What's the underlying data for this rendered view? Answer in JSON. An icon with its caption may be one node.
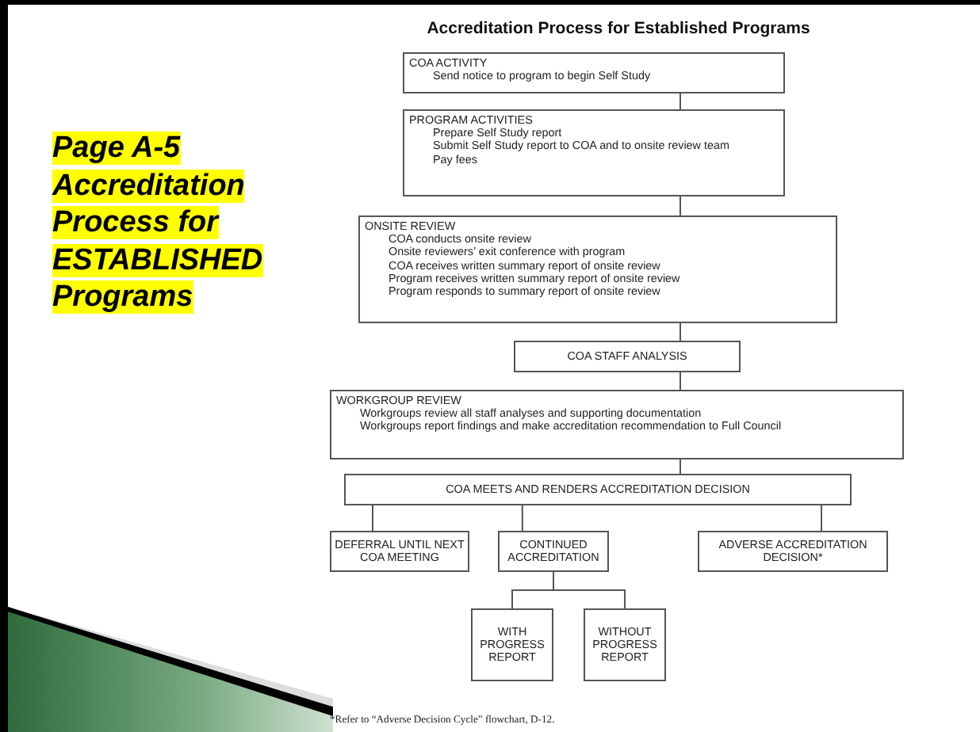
{
  "diagram": {
    "title": "Accreditation Process for Established Programs",
    "nodes": [
      {
        "text": [
          "COA ACTIVITY",
          "Send notice to program to begin Self Study"
        ]
      },
      {
        "text": [
          "PROGRAM ACTIVITIES",
          "Prepare Self Study report",
          "Submit Self Study report to COA and to onsite review team",
          "Pay fees"
        ]
      },
      {
        "text": [
          "ONSITE REVIEW",
          "COA conducts onsite review",
          "Onsite reviewers’ exit conference with program",
          "COA receives written summary report of onsite review",
          "Program receives written summary report of onsite review",
          "Program responds to summary report of onsite review"
        ]
      },
      {
        "text": [
          "COA STAFF ANALYSIS"
        ]
      },
      {
        "text": [
          "WORKGROUP REVIEW",
          "Workgroups review all staff analyses and supporting documentation",
          "Workgroups report findings and make accreditation recommendation to Full Council"
        ]
      },
      {
        "text": [
          "COA MEETS AND RENDERS ACCREDITATION DECISION"
        ]
      },
      {
        "text": [
          "DEFERRAL UNTIL NEXT COA MEETING"
        ]
      },
      {
        "text": [
          "CONTINUED ACCREDITATION"
        ]
      },
      {
        "text": [
          "ADVERSE ACCREDITATION DECISION*"
        ]
      },
      {
        "text": [
          "WITH PROGRESS REPORT"
        ]
      },
      {
        "text": [
          "WITHOUT PROGRESS REPORT"
        ]
      }
    ],
    "edges": [
      {
        "from": 0,
        "to": 1,
        "arrow": "none"
      },
      {
        "from": 1,
        "to": 2,
        "arrow": "none"
      },
      {
        "from": 2,
        "to": 3,
        "arrow": "none"
      },
      {
        "from": 3,
        "to": 4,
        "arrow": "none"
      },
      {
        "from": 4,
        "to": 5,
        "arrow": "none"
      },
      {
        "from": 5,
        "to": 6,
        "arrow": "none"
      },
      {
        "from": 5,
        "to": 7,
        "arrow": "none"
      },
      {
        "from": 5,
        "to": 8,
        "arrow": "none"
      },
      {
        "from": 7,
        "to": 9,
        "arrow": "none"
      },
      {
        "from": 7,
        "to": 10,
        "arrow": "none"
      }
    ],
    "labels": [
      "Page A-5 Accreditation Process for ESTABLISHED Programs",
      "*Refer to “Adverse Decision Cycle” flowchart, D-12."
    ]
  }
}
